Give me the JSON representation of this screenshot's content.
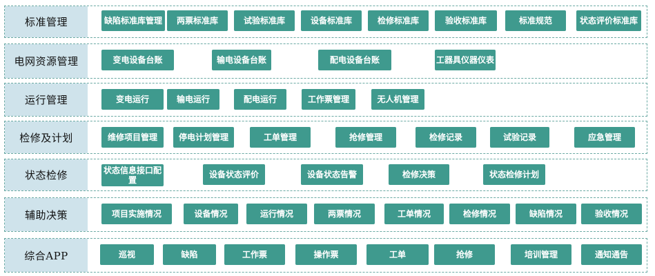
{
  "rows": [
    {
      "category": "标准管理",
      "items": [
        "缺陷标准库管理",
        "两票标准库",
        "试验标准库",
        "设备标准库",
        "检修标准库",
        "验收标准库",
        "标准规范",
        "状态评价标准库"
      ]
    },
    {
      "category": "电网资源管理",
      "items": [
        "变电设备台账",
        "输电设备台账",
        "配电设备台账",
        "工器具仪器仪表"
      ]
    },
    {
      "category": "运行管理",
      "items": [
        "变电运行",
        "输电运行",
        "配电运行",
        "工作票管理",
        "无人机管理"
      ]
    },
    {
      "category": "检修及计划",
      "items": [
        "维修项目管理",
        "停电计划管理",
        "工单管理",
        "抢修管理",
        "检修记录",
        "试验记录",
        "应急管理"
      ]
    },
    {
      "category": "状态检修",
      "items": [
        "状态信息接口配置",
        "设备状态评价",
        "设备状态告警",
        "检修决策",
        "状态检修计划"
      ]
    },
    {
      "category": "辅助决策",
      "items": [
        "项目实施情况",
        "设备情况",
        "运行情况",
        "两票情况",
        "工单情况",
        "检修情况",
        "缺陷情况",
        "验收情况"
      ]
    },
    {
      "category": "综合APP",
      "items": [
        "巡视",
        "缺陷",
        "工作票",
        "操作票",
        "工单",
        "抢修",
        "培训管理",
        "通知通告"
      ]
    }
  ],
  "colors": {
    "button": "#3f9a8e",
    "category_bg": "#cfe3eb",
    "border": "#6aa9a3"
  }
}
